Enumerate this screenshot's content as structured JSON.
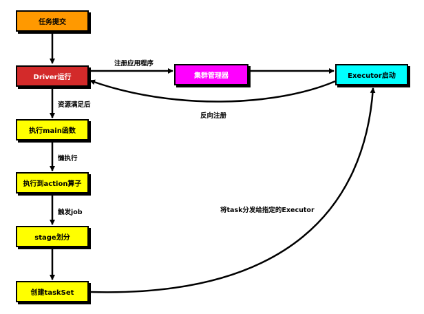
{
  "nodes": [
    {
      "id": "submit",
      "label": "任务提交",
      "color": "#ff9900",
      "text_color": "#000000"
    },
    {
      "id": "driver",
      "label": "Driver运行",
      "color": "#d32a2a",
      "text_color": "#ffffff"
    },
    {
      "id": "main",
      "label": "执行main函数",
      "color": "#ffff00",
      "text_color": "#000000"
    },
    {
      "id": "action",
      "label": "执行到action算子",
      "color": "#ffff00",
      "text_color": "#000000"
    },
    {
      "id": "stage",
      "label": "stage划分",
      "color": "#ffff00",
      "text_color": "#000000"
    },
    {
      "id": "taskset",
      "label": "创建taskSet",
      "color": "#ffff00",
      "text_color": "#000000"
    },
    {
      "id": "cluster",
      "label": "集群管理器",
      "color": "#ff00ff",
      "text_color": "#ffffff"
    },
    {
      "id": "executor",
      "label": "Executor启动",
      "color": "#00ffff",
      "text_color": "#000000"
    }
  ],
  "edges": [
    {
      "from": "submit",
      "to": "driver",
      "label": ""
    },
    {
      "from": "driver",
      "to": "main",
      "label": "资源满足后"
    },
    {
      "from": "main",
      "to": "action",
      "label": "懒执行"
    },
    {
      "from": "action",
      "to": "stage",
      "label": "触发job"
    },
    {
      "from": "stage",
      "to": "taskset",
      "label": ""
    },
    {
      "from": "driver",
      "to": "cluster",
      "label": "注册应用程序"
    },
    {
      "from": "cluster",
      "to": "executor",
      "label": ""
    },
    {
      "from": "executor",
      "to": "driver",
      "label": "反向注册"
    },
    {
      "from": "taskset",
      "to": "executor",
      "label": "将task分发给指定的Executor"
    }
  ]
}
